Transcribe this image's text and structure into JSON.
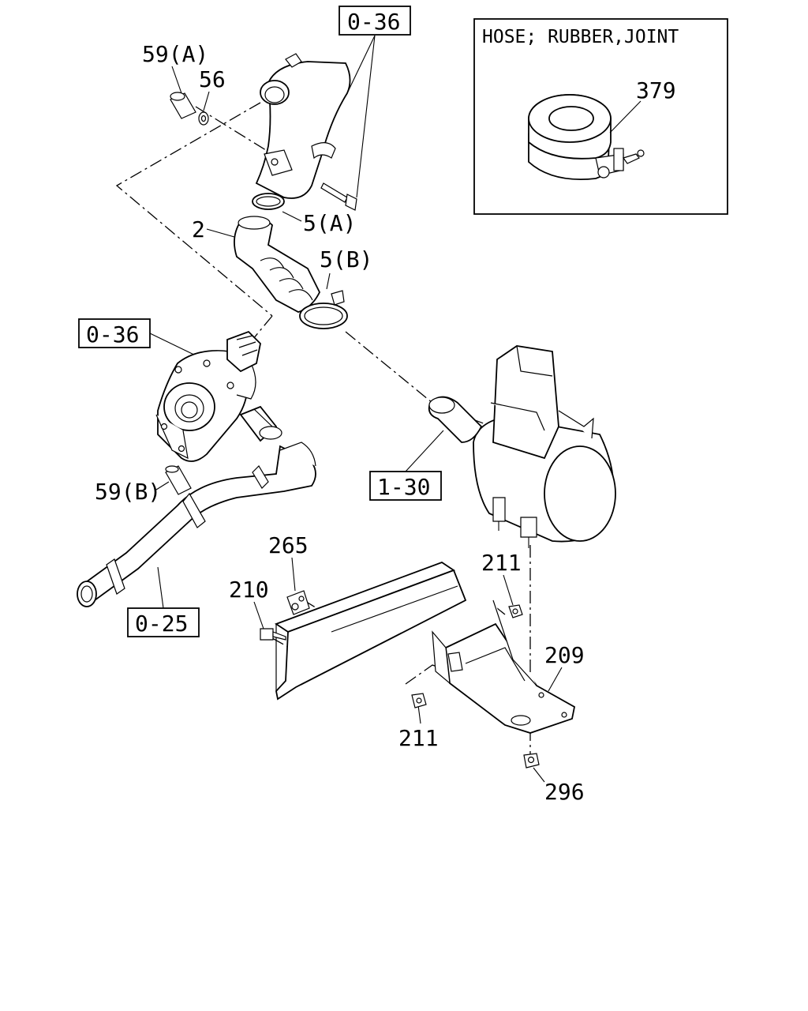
{
  "inset": {
    "title": "HOSE; RUBBER,JOINT",
    "part": "379"
  },
  "refs": {
    "top_ref": "0-36",
    "left_ref": "0-36",
    "air_cleaner_ref": "1-30",
    "pipe_ref": "0-25"
  },
  "parts": {
    "p59a": "59(A)",
    "p56": "56",
    "p5a": "5(A)",
    "p2": "2",
    "p5b": "5(B)",
    "p59b": "59(B)",
    "p265": "265",
    "p210": "210",
    "p211_top": "211",
    "p211_bottom": "211",
    "p209": "209",
    "p296": "296"
  }
}
